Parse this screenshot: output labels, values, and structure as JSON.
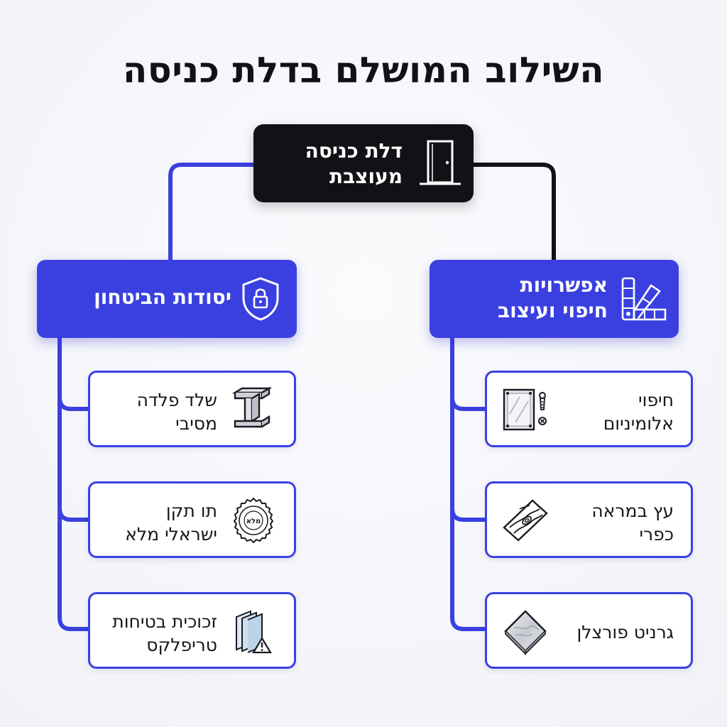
{
  "title": "השילוב המושלם בדלת כניסה",
  "colors": {
    "accent": "#3a40e0",
    "root": "#111216",
    "leaf_border": "#3a40e0",
    "background": "#f4f5f9"
  },
  "root": {
    "label_line1": "דלת כניסה",
    "label_line2": "מעוצבת",
    "icon": "door-icon"
  },
  "branches": [
    {
      "label_line1": "יסודות הביטחון",
      "icon": "shield-lock-icon",
      "items": [
        {
          "line1": "שלד פלדה",
          "line2": "מסיבי",
          "icon": "steel-beam-icon"
        },
        {
          "line1": "תו תקן",
          "line2": "ישראלי מלא",
          "icon": "standard-seal-icon",
          "icon_text_center": "מלא"
        },
        {
          "line1": "זכוכית בטיחות",
          "line2": "טריפלקס",
          "icon": "triplex-glass-warning-icon"
        }
      ]
    },
    {
      "label_line1": "אפשרויות",
      "label_line2": "חיפוי ועיצוב",
      "icon": "color-swatch-icon",
      "items": [
        {
          "line1": "חיפוי",
          "line2": "אלומיניום",
          "icon": "aluminum-panel-icon"
        },
        {
          "line1": "עץ במראה",
          "line2": "כפרי",
          "icon": "wood-plank-icon"
        },
        {
          "line1": "גרניט פורצלן",
          "line2": "",
          "icon": "granite-tile-icon"
        }
      ]
    }
  ]
}
